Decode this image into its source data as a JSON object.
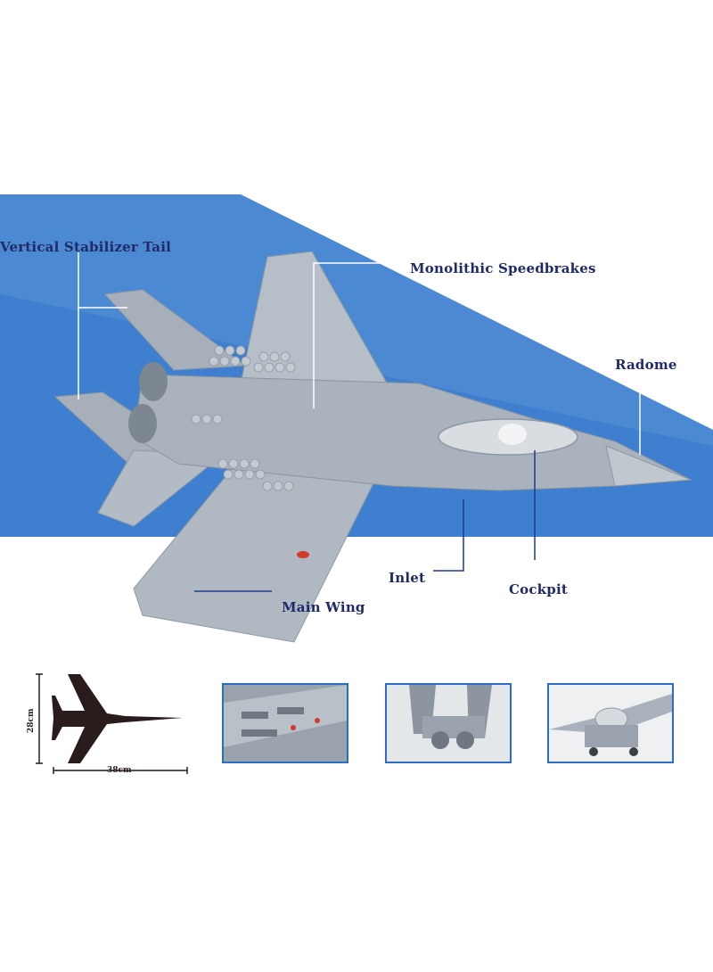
{
  "callouts": {
    "vertical_stabilizer": "Vertical Stabilizer Tail",
    "speedbrakes": "Monolithic Speedbrakes",
    "radome": "Radome",
    "inlet": "Inlet",
    "cockpit": "Cockpit",
    "main_wing": "Main Wing"
  },
  "dimensions": {
    "width": "38cm",
    "height": "28cm"
  },
  "colors": {
    "background_band": "#3f7fcf",
    "band_light": "#6aa3e0",
    "callout_text": "#1f2a66",
    "callout_line": "#ffffff",
    "aircraft_gray": "#a9b2bc",
    "silhouette": "#2a1c1c",
    "thumb_border": "#2b6cc4"
  },
  "thumbnails": [
    "underside-detail",
    "rear-engine-detail",
    "front-cockpit-detail"
  ]
}
